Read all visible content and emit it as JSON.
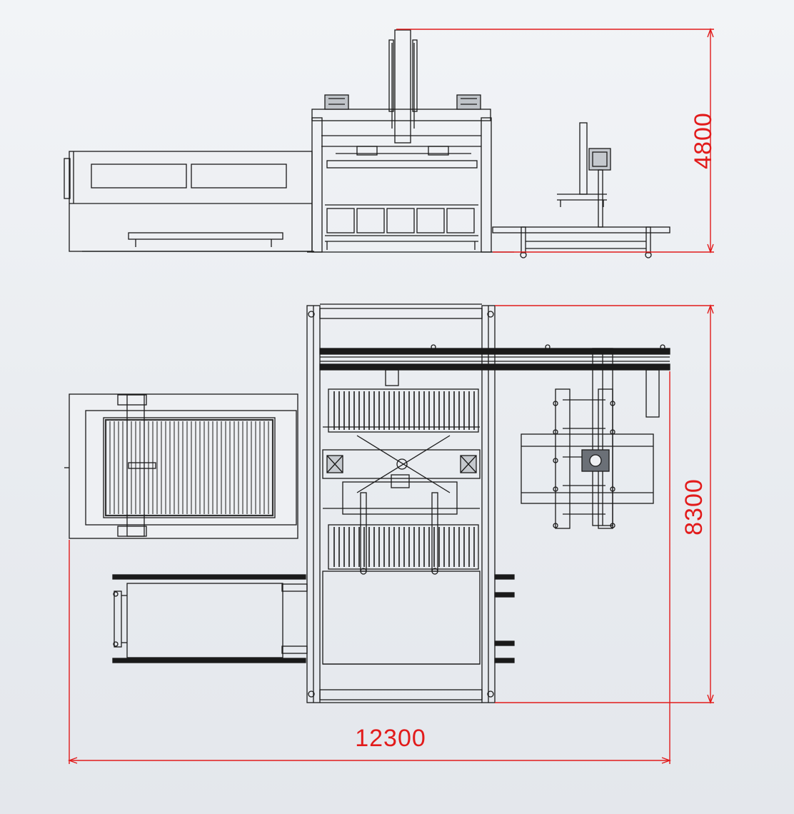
{
  "dimensions": {
    "height": "4800",
    "depth": "8300",
    "length": "12300"
  },
  "colors": {
    "background": "#eceef2",
    "line": "#1a1a1a",
    "dimension": "#e21b1b"
  }
}
